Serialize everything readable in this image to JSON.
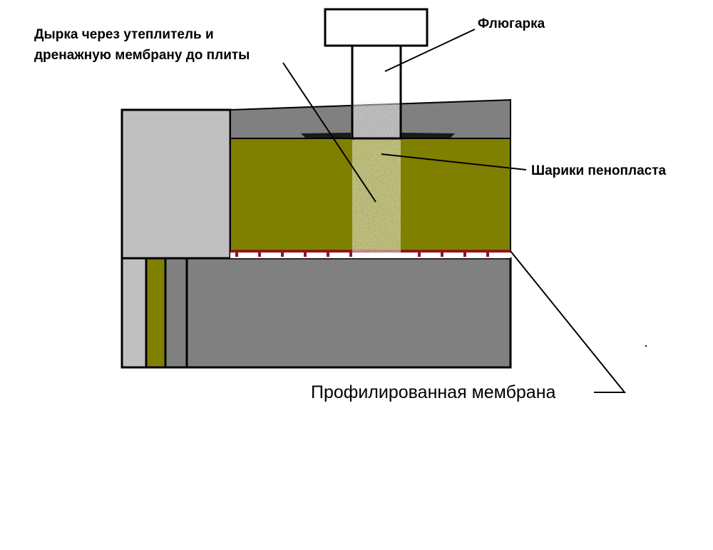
{
  "labels": {
    "hole": {
      "line1": "Дырка через утеплитель и",
      "line2": "дренажную мембрану до плиты"
    },
    "vane": "Флюгарка",
    "foam": "Шарики пенопласта",
    "membrane": "Профилированная мембрана"
  },
  "colors": {
    "background": "#ffffff",
    "insulation": "#808000",
    "slab": "#808080",
    "wall": "#c0c0c0",
    "membrane_dimples": "#8b1a1a",
    "foam_fill": "#eeeeee",
    "outline": "#000000"
  }
}
